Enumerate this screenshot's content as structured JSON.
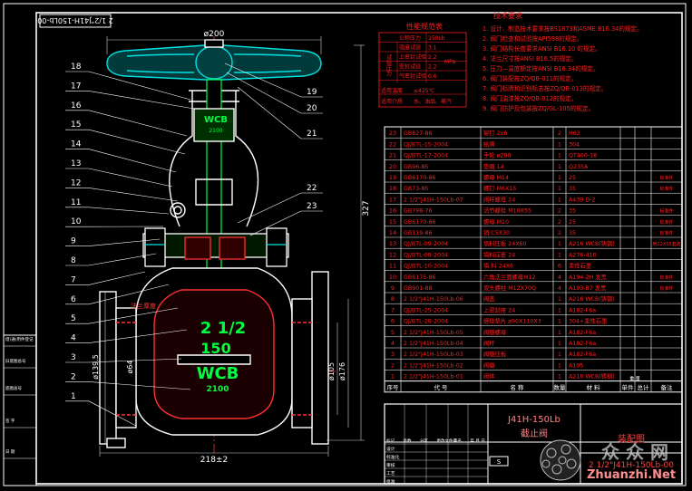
{
  "drawing": {
    "stamp": "2 1/2\"J41H-150Lb-00",
    "overall_width_dim": "ø200",
    "flange_dim": "ø139.5",
    "bore_dim": "ø64",
    "raised_face_dim": "ø105",
    "flange_od_dim": "ø176",
    "height_dim": "327",
    "length_dim": "218±2",
    "inline_label": "法兰厚度",
    "body_marks": [
      "WCB",
      "2100"
    ],
    "body_big_marks": [
      "2 1/2",
      "150",
      "WCB",
      "2100"
    ],
    "left_balloons": [
      "18",
      "17",
      "16",
      "15",
      "14",
      "13",
      "12",
      "11",
      "10",
      "9",
      "8",
      "7",
      "6",
      "5",
      "4",
      "3",
      "2",
      "1"
    ],
    "right_balloons": [
      "19",
      "20",
      "21",
      "22",
      "23"
    ]
  },
  "perf_table": {
    "title": "性能规范表",
    "rows": [
      {
        "label": "公称压力",
        "value": "150Lb"
      },
      {
        "label": "强度试验",
        "value": "3.1"
      },
      {
        "label": "上密封试验",
        "value": "2.2"
      },
      {
        "label": "密封试验",
        "value": "2.2"
      },
      {
        "label": "气密封试验",
        "value": "0.6"
      }
    ],
    "group_label": "试验压力",
    "unit": "MPa",
    "temp_label": "适用温度",
    "temp_value": "≤425℃",
    "medium_label": "适用介质",
    "medium_value": "水、油品、蒸汽"
  },
  "tech_requirements": {
    "title": "技术要求",
    "items": [
      "1. 设计、制造技术要求按BS1873和ASME B16.34的规定。",
      "2. 阀门检查和试验按API598的规定。",
      "3. 阀门结构长度要求ANSI B16.10 的规定。",
      "4. 法兰尺寸按ANSI B16.5的规定。",
      "5. 压力—温度额定按ANSI B16.34的规定。",
      "6. 阀门装配按ZQ/QB-011的规定。",
      "7. 阀门标牌和识别标志按ZQ/QB-013的规定。",
      "8. 阀门油漆按ZQ/QB-012的规定。",
      "9. 阀门防护及包装按ZQ/GL-105的规定。"
    ]
  },
  "parts": [
    {
      "no": "23",
      "code": "GB827-86",
      "name": "铆钉 2x6",
      "qty": "2",
      "mat": "H62",
      "note": ""
    },
    {
      "no": "22",
      "code": "QJ/BTL-15-2004",
      "name": "铭牌",
      "qty": "1",
      "mat": "304",
      "note": ""
    },
    {
      "no": "21",
      "code": "QJ/BTL-17-2004",
      "name": "手轮 ø200",
      "qty": "1",
      "mat": "QT400-18",
      "note": ""
    },
    {
      "no": "20",
      "code": "GB96-85",
      "name": "垫圈 14",
      "qty": "1",
      "mat": "Q235A",
      "note": ""
    },
    {
      "no": "19",
      "code": "GB6170-86",
      "name": "螺母 M14",
      "qty": "1",
      "mat": "25",
      "note": "标准件"
    },
    {
      "no": "18",
      "code": "GB73-85",
      "name": "螺钉 M6X15",
      "qty": "1",
      "mat": "35",
      "note": "标准件"
    },
    {
      "no": "17",
      "code": "2 1/2\"J41H-150Lb-07",
      "name": "阀杆螺母 24",
      "qty": "1",
      "mat": "A439 D-2",
      "note": ""
    },
    {
      "no": "16",
      "code": "GB798-76",
      "name": "活节螺栓 M10X55",
      "qty": "2",
      "mat": "35",
      "note": "标准件"
    },
    {
      "no": "15",
      "code": "GB6170-86",
      "name": "螺母 M10",
      "qty": "2",
      "mat": "25",
      "note": "标准件"
    },
    {
      "no": "14",
      "code": "GB119-86",
      "name": "销 C5X30",
      "qty": "2",
      "mat": "35",
      "note": "标准件"
    },
    {
      "no": "13",
      "code": "QJ/BTL-09-2004",
      "name": "填料压板 24X60",
      "qty": "1",
      "mat": "A216 WCB(铸钢)",
      "note": "用22X55套改"
    },
    {
      "no": "12",
      "code": "QJ/BTL-08-2004",
      "name": "填料压套 24",
      "qty": "1",
      "mat": "A276-410",
      "note": ""
    },
    {
      "no": "11",
      "code": "QJ/BTL-10-2004",
      "name": "填 料 24X6",
      "qty": "6",
      "mat": "柔性石墨",
      "note": ""
    },
    {
      "no": "10",
      "code": "GB6175-86",
      "name": "六角法兰面螺母M12",
      "qty": "4",
      "mat": "A194-2H 发黑",
      "note": "标准件"
    },
    {
      "no": "9",
      "code": "GB901-88",
      "name": "双头螺柱 M12X70Q",
      "qty": "4",
      "mat": "A193-B7 发黑",
      "note": "标准件"
    },
    {
      "no": "8",
      "code": "2 1/2\"J41H-150Lb-06",
      "name": "阀盖",
      "qty": "1",
      "mat": "A216 WCB(铸钢)",
      "note": ""
    },
    {
      "no": "7",
      "code": "QJ/BTL-25-2004",
      "name": "上密封座 24",
      "qty": "1",
      "mat": "A182-F6a",
      "note": ""
    },
    {
      "no": "6",
      "code": "QJ/BTL-28-2004",
      "name": "缠绕垫片 ø90X110X3",
      "qty": "1",
      "mat": "304+柔性石墨",
      "note": ""
    },
    {
      "no": "5",
      "code": "2 1/2\"J41H-150Lb-05",
      "name": "阀瓣螺母",
      "qty": "1",
      "mat": "A182-F6a",
      "note": ""
    },
    {
      "no": "4",
      "code": "2 1/2\"J41H-150Lb-04",
      "name": "阀杆",
      "qty": "1",
      "mat": "A182-F6a",
      "note": ""
    },
    {
      "no": "3",
      "code": "2 1/2\"J41H-150Lb-03",
      "name": "阀瓣压板",
      "qty": "1",
      "mat": "A182-F6a",
      "note": ""
    },
    {
      "no": "2",
      "code": "2 1/2\"J41H-150Lb-02",
      "name": "阀瓣",
      "qty": "1",
      "mat": "A105",
      "note": ""
    },
    {
      "no": "1",
      "code": "2 1/2\"J41H-150Lb-01",
      "name": "阀体",
      "qty": "1",
      "mat": "A216 WCB(铸钢)",
      "note": ""
    }
  ],
  "parts_header": {
    "no": "序号",
    "code": "代 号",
    "name": "名 称",
    "qty": "数量",
    "mat": "材 料",
    "single": "单件",
    "total": "总计",
    "weight": "重 量",
    "note": "备注"
  },
  "title_block": {
    "model": "J41H-150Lb",
    "name": "截止阀",
    "drawing_type": "装配图",
    "drawing_no": "2 1/2\"J41H-150Lb-00",
    "stage": "S",
    "left_cells": [
      "标记",
      "处数",
      "分区",
      "更改文件号",
      "签名",
      "年.月.日",
      "设计",
      "标准化",
      "审核",
      "工艺",
      "批准"
    ]
  },
  "side_strip": [
    "借(通)用件登记",
    "旧底图总号",
    "底图总号",
    "签 字",
    "日 期"
  ],
  "watermark": {
    "cn": "众 众 网",
    "url": "Zhuanzhi.Net"
  },
  "colors": {
    "frame": "#ffffff",
    "outline": "#ffffff",
    "center": "#ff3030",
    "dim": "#e0e0e0",
    "table": "#ffffff",
    "red": "#ff2020",
    "green": "#00ff40",
    "cyan": "#00ffff",
    "blue": "#3030ff",
    "yellow": "#ffff00"
  }
}
